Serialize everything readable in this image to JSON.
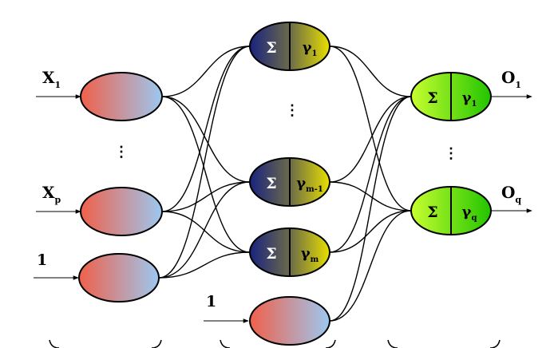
{
  "inputs": [
    {
      "label": "X",
      "sub": "1"
    },
    {
      "label": "X",
      "sub": "p"
    },
    {
      "label": "1",
      "sub": ""
    }
  ],
  "hidden_bias": {
    "label": "1"
  },
  "hidden_nodes": [
    {
      "sum": "Σ",
      "act": "γ",
      "sub": "1"
    },
    {
      "sum": "Σ",
      "act": "γ",
      "sub": "m-1"
    },
    {
      "sum": "Σ",
      "act": "γ",
      "sub": "m"
    }
  ],
  "output_nodes": [
    {
      "sum": "Σ",
      "act": "γ",
      "sub": "1"
    },
    {
      "sum": "Σ",
      "act": "γ",
      "sub": "q"
    }
  ],
  "outputs": [
    {
      "label": "O",
      "sub": "1"
    },
    {
      "label": "O",
      "sub": "q"
    }
  ],
  "ellipsis": "⋮",
  "colors": {
    "input_left": "#f0604a",
    "input_right": "#9cc8f0",
    "hidden_left": "#1a237e",
    "hidden_right": "#e8e000",
    "output_left": "#c8ff30",
    "output_right": "#22c400"
  }
}
